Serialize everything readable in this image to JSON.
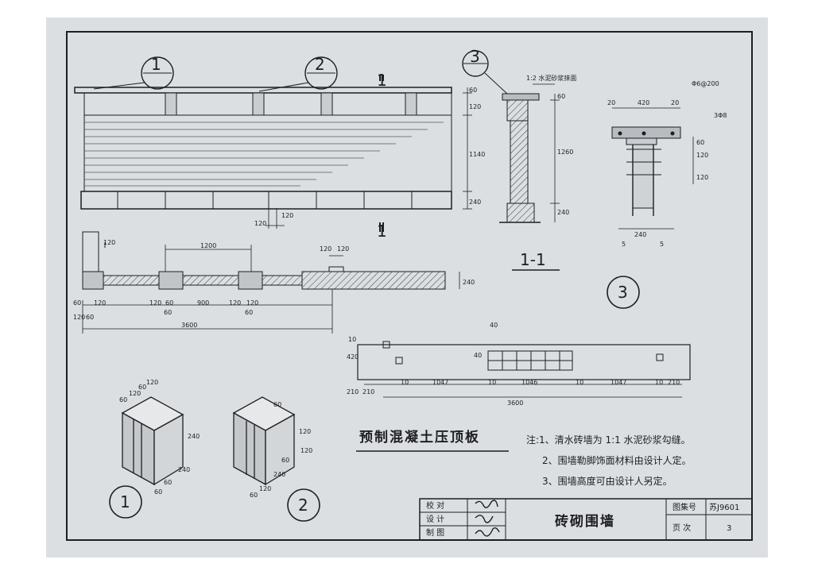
{
  "callouts": {
    "c1": "1",
    "c2": "2",
    "c3": "3",
    "c3_note": "1:2 水泥砂浆抹面",
    "c3_right": "Φ6@200",
    "c3_right2": "3Φ8"
  },
  "section_mark": {
    "top": "1",
    "bottom": "1",
    "view_label": "1-1"
  },
  "elevation_dims": {
    "v1": "60",
    "v2": "120",
    "v3": "1140",
    "v4": "240",
    "h1": "120",
    "h2": "120"
  },
  "section11_dims": {
    "d1": "60",
    "d2": "1260",
    "d3": "240"
  },
  "detail3_dims": {
    "w1": "20",
    "w2": "420",
    "w3": "20",
    "h1": "60",
    "h2": "120",
    "h3": "120",
    "b1": "240",
    "b2": "5",
    "b3": "5"
  },
  "plan_dims": {
    "top1": "120",
    "top2": "1200",
    "top3": "120",
    "top4": "120",
    "side1": "240",
    "b1": "60",
    "b2": "120",
    "b3": "120",
    "b4": "60",
    "b5": "900",
    "b6": "120",
    "b7": "120",
    "b8": "60",
    "b9": "120",
    "b10": "60",
    "b11": "60",
    "total": "3600"
  },
  "slab_dims": {
    "top": "40",
    "left": "420",
    "left_small": "10",
    "mid_v": "40",
    "b1": "210",
    "b2": "210",
    "b3": "10",
    "b4": "1047",
    "b5": "10",
    "b6": "1046",
    "b7": "10",
    "b8": "1047",
    "b9": "10",
    "b10": "210",
    "total": "3600"
  },
  "block_dims": {
    "a1": "60",
    "a2": "120",
    "a3": "60",
    "a4": "120",
    "a5": "240",
    "a6": "240",
    "a7": "60",
    "a8": "60",
    "c1": "60",
    "c2": "60",
    "c3": "240",
    "c4": "120",
    "c5": "120",
    "c6": "120",
    "c7": "60"
  },
  "slab_title": "预制混凝土压顶板",
  "notes": [
    "注:1、清水砖墙为 1:1 水泥砂浆勾缝。",
    "2、围墙勒脚饰面材料由设计人定。",
    "3、围墙高度可由设计人另定。"
  ],
  "titleblock": {
    "check": "校 对",
    "design": "设 计",
    "draw": "制 图",
    "drawing_name": "砖砌围墙",
    "atlas_label": "图集号",
    "atlas_value": "苏J9601",
    "page_label": "页 次",
    "page_value": "3"
  },
  "colors": {
    "ink": "#1d1f22",
    "paper": "#dcdfe2",
    "hatch": "#3a3d40"
  }
}
